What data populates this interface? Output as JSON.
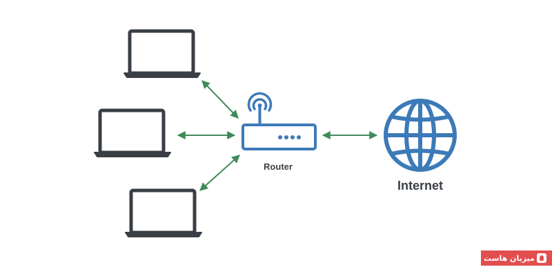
{
  "diagram": {
    "router_label": "Router",
    "internet_label": "Internet"
  },
  "colors": {
    "device_stroke": "#3a3f45",
    "router_blue": "#3d7ab8",
    "globe_blue": "#3d7ab8",
    "arrow_green": "#3f8a5a",
    "watermark_bg": "#e24e4e"
  },
  "icons": {
    "laptops": [
      "laptop-icon",
      "laptop-icon",
      "laptop-icon"
    ],
    "router": "router-icon",
    "internet": "globe-icon"
  },
  "watermark": {
    "text": "میزبان هاست"
  }
}
